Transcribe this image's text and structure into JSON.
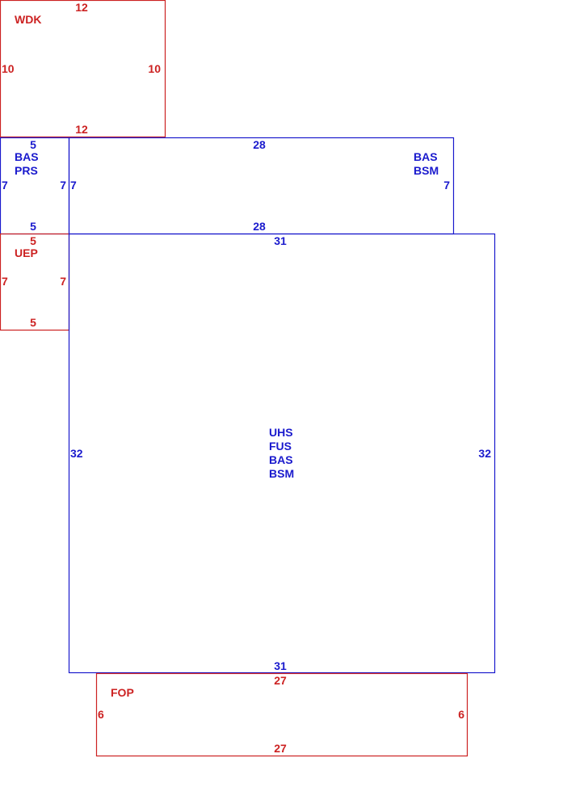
{
  "colors": {
    "blue": "#1a1acd",
    "red": "#cc2222"
  },
  "areas": [
    {
      "id": "wdk",
      "color": "red",
      "codes": [
        "WDK"
      ],
      "dims": {
        "top": "12",
        "bottom": "12",
        "left": "10",
        "right": "10"
      }
    },
    {
      "id": "bas-prs",
      "color": "blue",
      "codes": [
        "BAS",
        "PRS"
      ],
      "dims": {
        "top": "5",
        "bottom": "5",
        "left": "7",
        "right": "7"
      }
    },
    {
      "id": "bas-bsm-upper",
      "color": "blue",
      "codes": [
        "BAS",
        "BSM"
      ],
      "dims": {
        "top": "28",
        "bottom": "28",
        "left": "7",
        "right": "7"
      }
    },
    {
      "id": "uep",
      "color": "red",
      "codes": [
        "UEP"
      ],
      "dims": {
        "top": "5",
        "bottom": "5",
        "left": "7",
        "right": "7"
      }
    },
    {
      "id": "main",
      "color": "blue",
      "codes": [
        "UHS",
        "FUS",
        "BAS",
        "BSM"
      ],
      "dims": {
        "top": "31",
        "bottom": "31",
        "left": "32",
        "right": "32"
      }
    },
    {
      "id": "fop",
      "color": "red",
      "codes": [
        "FOP"
      ],
      "dims": {
        "top": "27",
        "bottom": "27",
        "left": "6",
        "right": "6"
      }
    }
  ]
}
